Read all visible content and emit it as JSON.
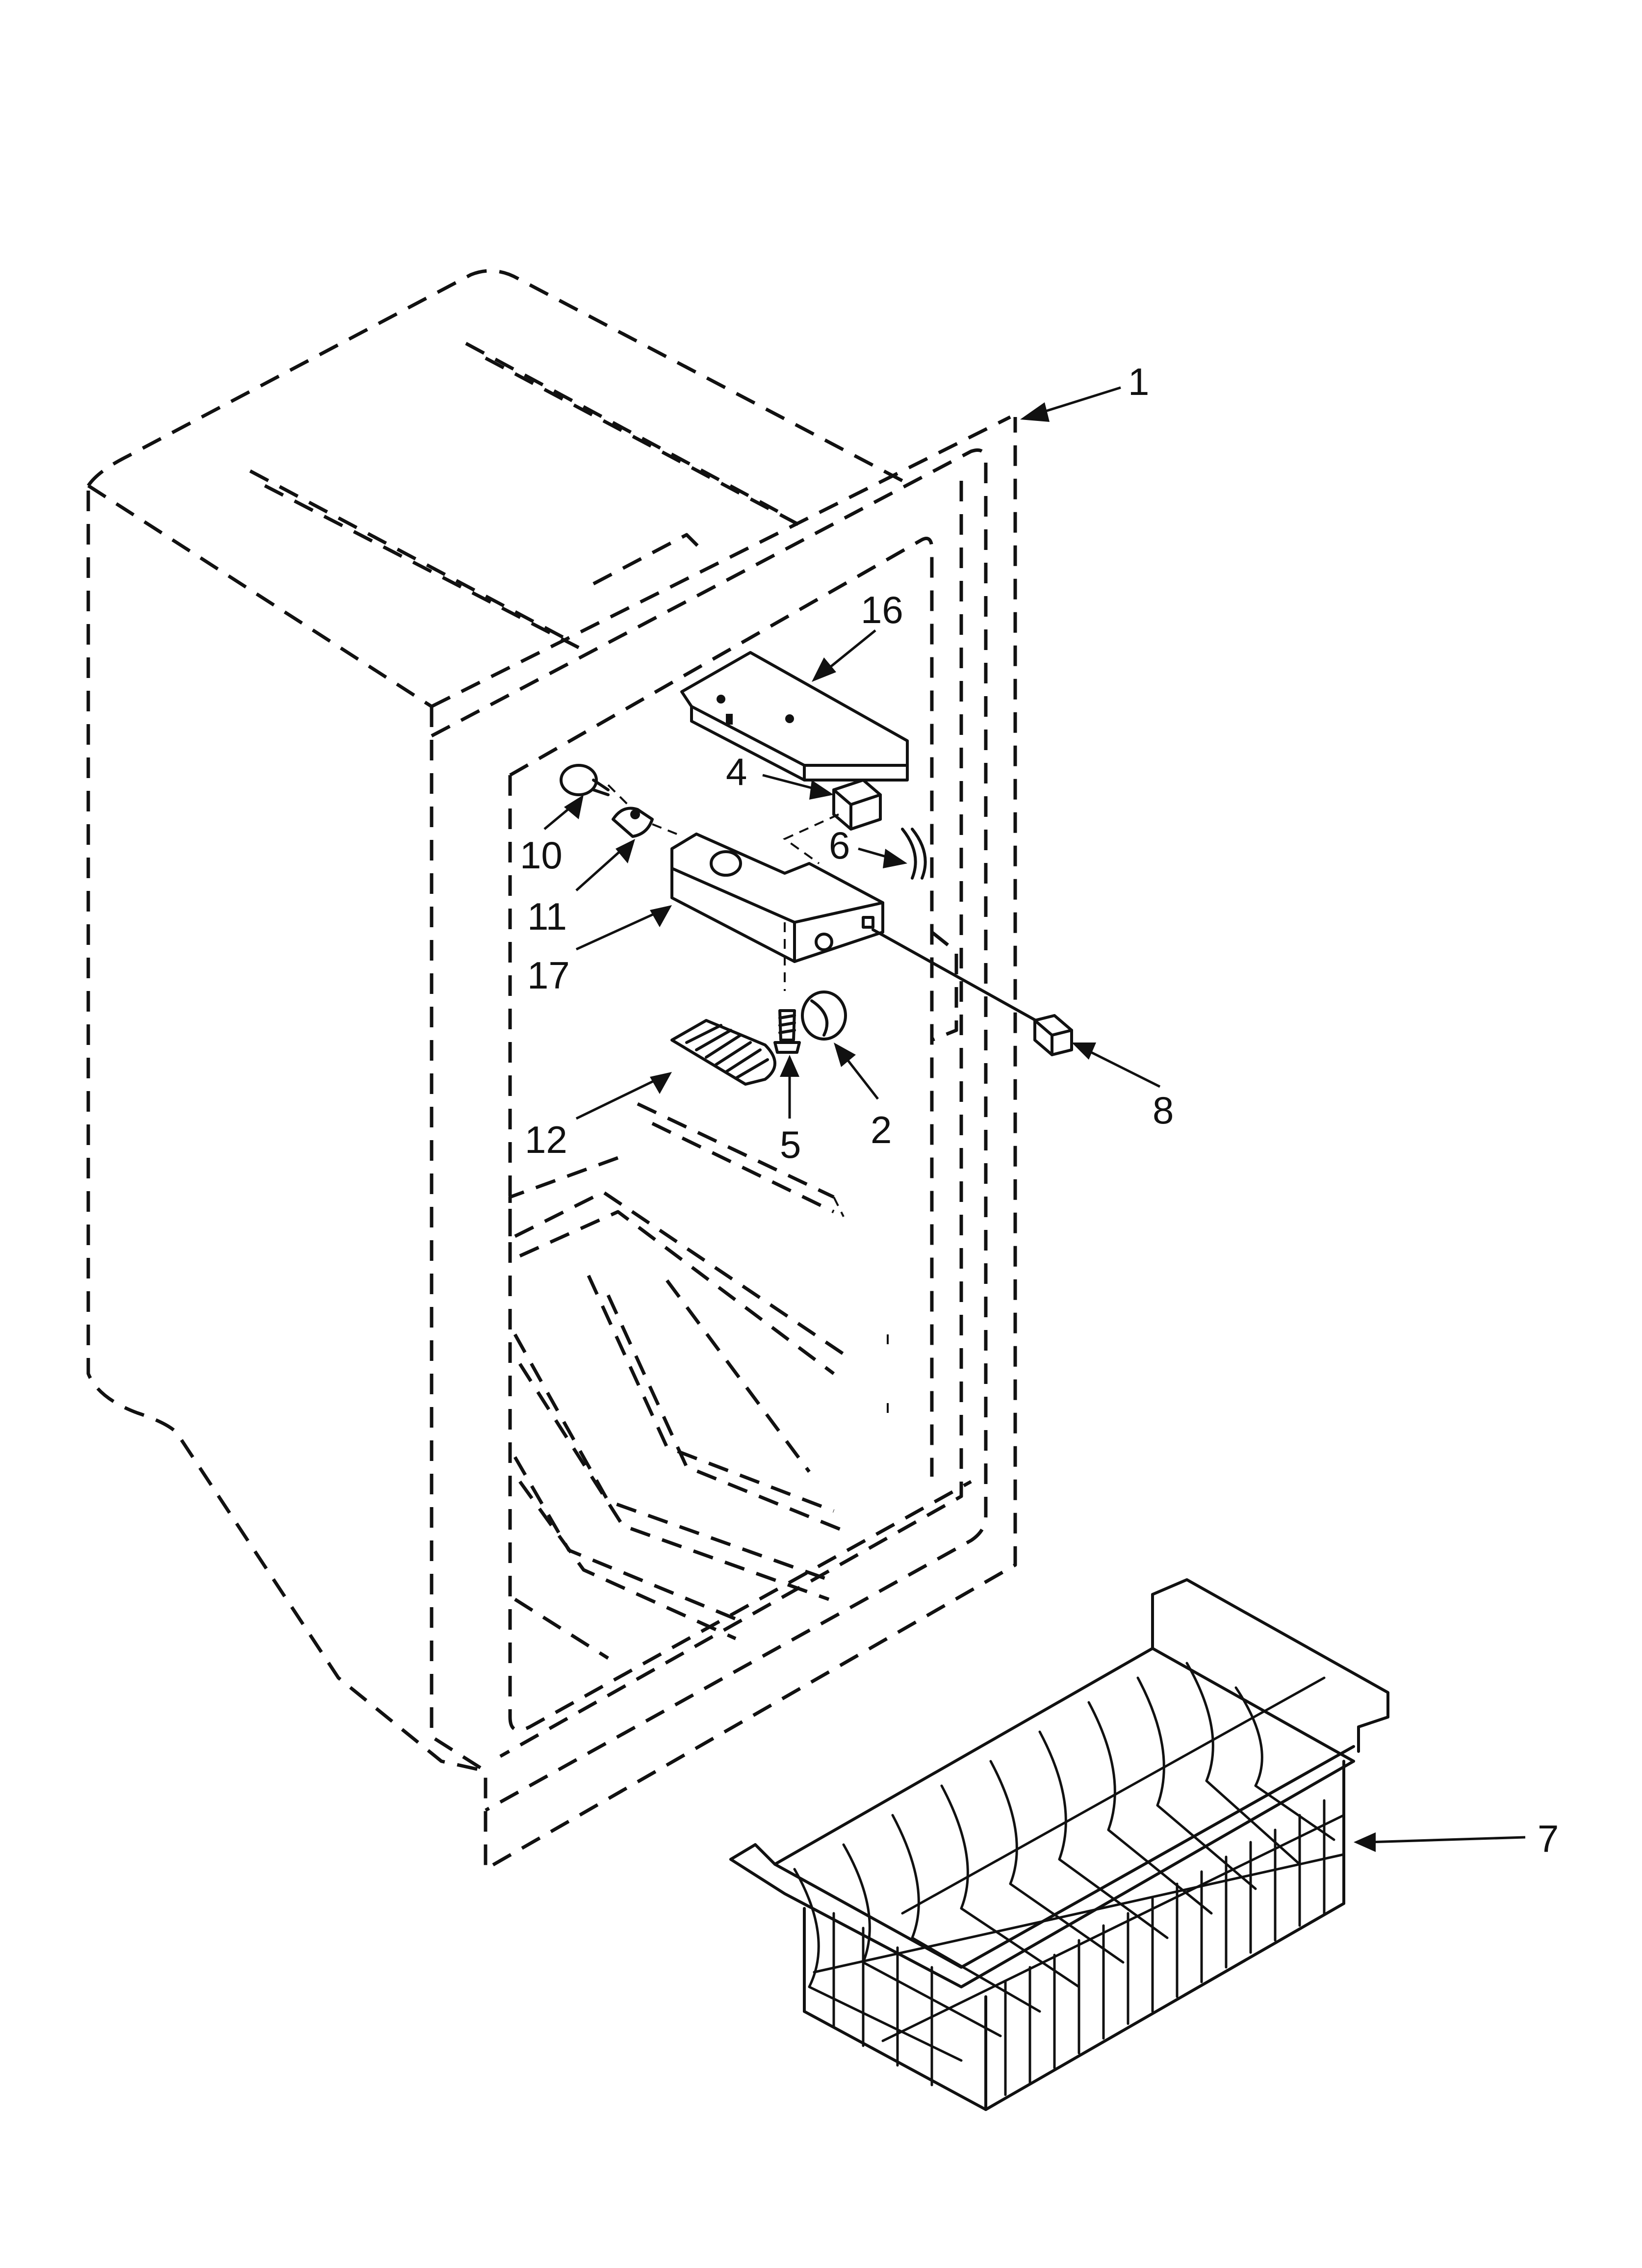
{
  "callouts": {
    "c1": "1",
    "c2": "2",
    "c4": "4",
    "c5": "5",
    "c6": "6",
    "c7": "7",
    "c8": "8",
    "c10": "10",
    "c11": "11",
    "c12": "12",
    "c16": "16",
    "c17": "17"
  }
}
